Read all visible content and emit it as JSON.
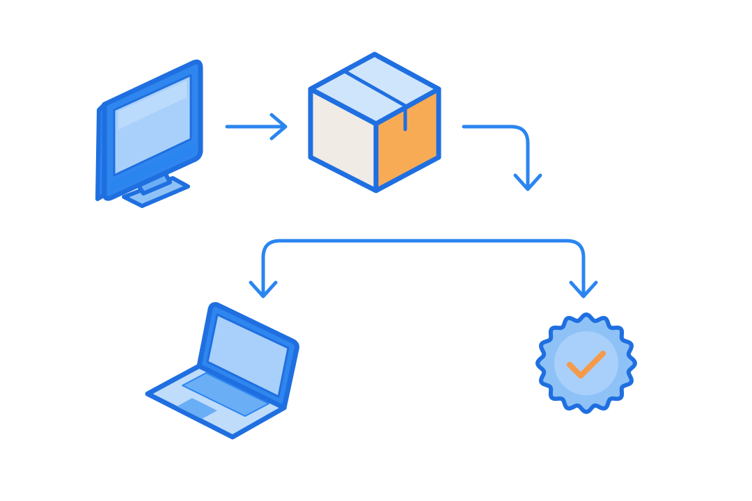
{
  "diagram": {
    "type": "flow",
    "nodes": [
      {
        "id": "desktop",
        "icon": "desktop-monitor-icon"
      },
      {
        "id": "package",
        "icon": "package-box-icon"
      },
      {
        "id": "laptop",
        "icon": "laptop-icon"
      },
      {
        "id": "verified",
        "icon": "verified-badge-icon"
      }
    ],
    "edges": [
      {
        "from": "desktop",
        "to": "package"
      },
      {
        "from": "package",
        "to": "split"
      },
      {
        "from": "split",
        "to": "laptop"
      },
      {
        "from": "split",
        "to": "verified"
      }
    ]
  },
  "colors": {
    "background": "#ffffff",
    "outline_blue": "#1f6fe0",
    "arrow_blue": "#2a85f0",
    "screen_light_blue": "#bfdcfb",
    "screen_mid_blue": "#8ec2f7",
    "box_top": "#cfe5fc",
    "box_left": "#f0ebe4",
    "box_right": "#f8ab55",
    "check_orange": "#f59a4a"
  }
}
